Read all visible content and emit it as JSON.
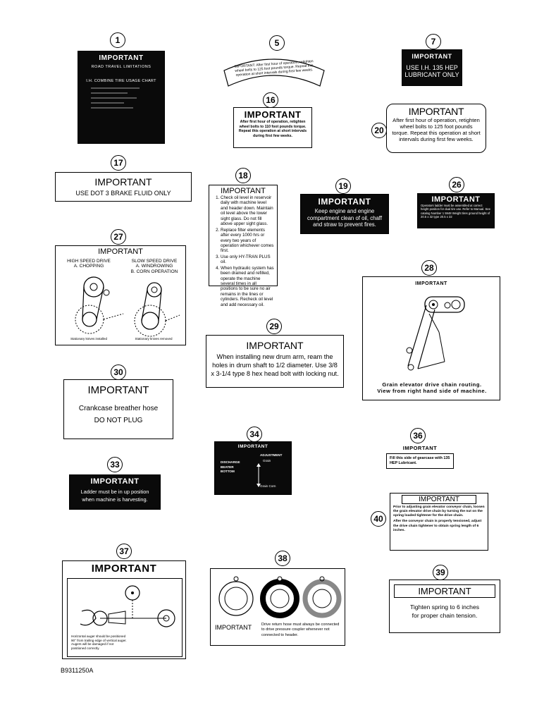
{
  "figure_id": "B9311250A",
  "callouts": {
    "c1": "1",
    "c5": "5",
    "c7": "7",
    "c16": "16",
    "c20": "20",
    "c17": "17",
    "c18": "18",
    "c19": "19",
    "c26": "26",
    "c27": "27",
    "c28": "28",
    "c29": "29",
    "c30": "30",
    "c34": "34",
    "c36": "36",
    "c33": "33",
    "c40": "40",
    "c37": "37",
    "c38": "38",
    "c39": "39"
  },
  "decal_1": {
    "title": "IMPORTANT",
    "line1": "ROAD TRAVEL LIMITATIONS",
    "line2": "I.H. COMBINE TIRE USAGE CHART"
  },
  "decal_5": {
    "text": "IMPORTANT: After first hour of operation, retighten wheel bolts to 125 foot pounds torque. Repeat this operation at short intervals during first few weeks."
  },
  "decal_7": {
    "title": "IMPORTANT",
    "line1": "USE I.H. 135 HEP",
    "line2": "LUBRICANT ONLY"
  },
  "decal_16": {
    "title": "IMPORTANT",
    "body": "After first hour of operation, retighten wheel bolts to 110 foot pounds torque. Repeat this operation at short intervals during first few weeks."
  },
  "decal_20": {
    "title": "IMPORTANT",
    "body": "After first hour of operation, retighten wheel bolts to 125 foot pounds torque. Repeat this operation at short intervals during first few weeks."
  },
  "decal_17": {
    "title": "IMPORTANT",
    "body": "USE DOT 3 BRAKE FLUID ONLY"
  },
  "decal_18": {
    "title": "IMPORTANT",
    "steps": [
      "Check oil level in reservoir daily with machine level and header down. Maintain oil level above the lower sight glass. Do not fill above upper sight glass.",
      "Replace filter elements after every 1000 hrs or every two years of operation whichever comes first.",
      "Use only HY-TRAN PLUS oil.",
      "When hydraulic system has been drained and refilled, operate the machine several times in all positions to be sure no air remains in the lines or cylinders. Recheck oil level and add necessary oil."
    ]
  },
  "decal_19": {
    "title": "IMPORTANT",
    "body": "Keep engine and engine compartment clean of oil, chaff and straw to prevent fires."
  },
  "decal_26": {
    "title": "IMPORTANT",
    "body": "Operators ladder must be assembled at correct height position for dual tire use. Refer to Manual. See catalog Number 1 5948 Weight tires ground height of 20.5 x 32 type 20.5 x 32"
  },
  "decal_27": {
    "title": "IMPORTANT",
    "left_head": "HIGH SPEED DRIVE",
    "left_sub": "A. CHOPPING",
    "right_head": "SLOW SPEED DRIVE",
    "right_sub1": "A. WINDROWING",
    "right_sub2": "B. CORN OPERATION",
    "left_caption": "Stationary knives installed",
    "right_caption": "Stationary knives removed"
  },
  "decal_28": {
    "title": "IMPORTANT",
    "caption1": "Grain elevator drive chain routing.",
    "caption2": "View from right hand side of machine."
  },
  "decal_29": {
    "title": "IMPORTANT",
    "body": "When installing new drum arm, ream the holes in drum shaft to 1/2 diameter. Use 3/8 x 3-1/4 type 8 hex head bolt with locking nut."
  },
  "decal_30": {
    "title": "IMPORTANT",
    "line1": "Crankcase breather hose",
    "line2": "DO NOT PLUG"
  },
  "decal_34": {
    "title": "IMPORTANT",
    "adjustment": "ADJUSTMENT",
    "left1": "DISCHARGE",
    "left2": "BEATER",
    "left3": "BOTTOM",
    "top_opt": "Grain",
    "bottom_opt": "Grain Corn"
  },
  "decal_36": {
    "title": "IMPORTANT",
    "body": "Fill this side of gearcase with 135 HEP Lubricant."
  },
  "decal_33": {
    "title": "IMPORTANT",
    "line1": "Ladder must be in up position",
    "line2": "when machine is harvesting."
  },
  "decal_40": {
    "title": "IMPORTANT",
    "p1": "Prior to adjusting grain elevator conveyor chain, loosen the grain elevator drive chain by turning the nut on the spring loaded tightener for the drive chain.",
    "p2": "After the conveyor chain is properly tensioned, adjust the drive chain tightener to obtain spring length of 6 inches."
  },
  "decal_37": {
    "title": "IMPORTANT",
    "caption": "Horizontal auger should be positioned 90° from trailing edge of vertical auger. Augers will be damaged if not positioned correctly."
  },
  "decal_38": {
    "title": "IMPORTANT",
    "body": "Drive return hose must always be connected to drive pressure coupler whenever not connected to header."
  },
  "decal_39": {
    "title": "IMPORTANT",
    "line1": "Tighten spring to 6 inches",
    "line2": "for proper chain tension."
  }
}
